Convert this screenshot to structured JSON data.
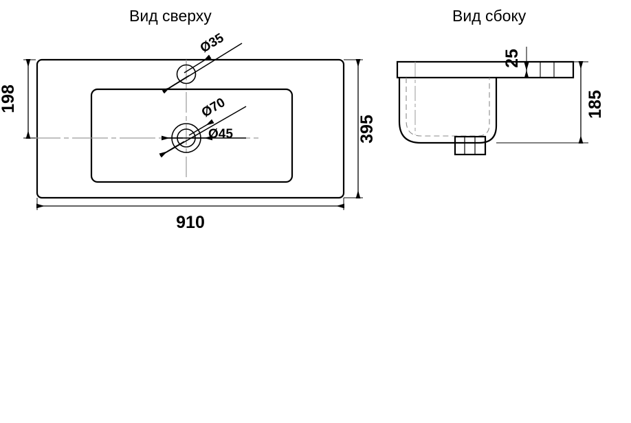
{
  "drawing": {
    "type": "technical-drawing",
    "subject": "bathroom-washbasin",
    "units": "mm",
    "line_color": "#000000",
    "centerline_color": "#9a9a9a",
    "background": "#ffffff"
  },
  "views": {
    "top": {
      "title": "Вид сверху",
      "dimensions": {
        "width": "910",
        "depth": "395",
        "hole_to_front_edge": "198"
      },
      "features": {
        "faucet_hole": "Ø35",
        "drain_outer": "Ø70",
        "drain_inner": "Ø45"
      }
    },
    "side": {
      "title": "Вид сбоку",
      "dimensions": {
        "rim_thickness": "25",
        "height": "185"
      }
    }
  },
  "labels": {
    "top_title": "Вид сверху",
    "side_title": "Вид сбоку",
    "dim_910": "910",
    "dim_395": "395",
    "dim_198": "198",
    "dim_185": "185",
    "dim_25": "25",
    "dia_35": "Ø35",
    "dia_70": "Ø70",
    "dia_45": "Ø45"
  }
}
